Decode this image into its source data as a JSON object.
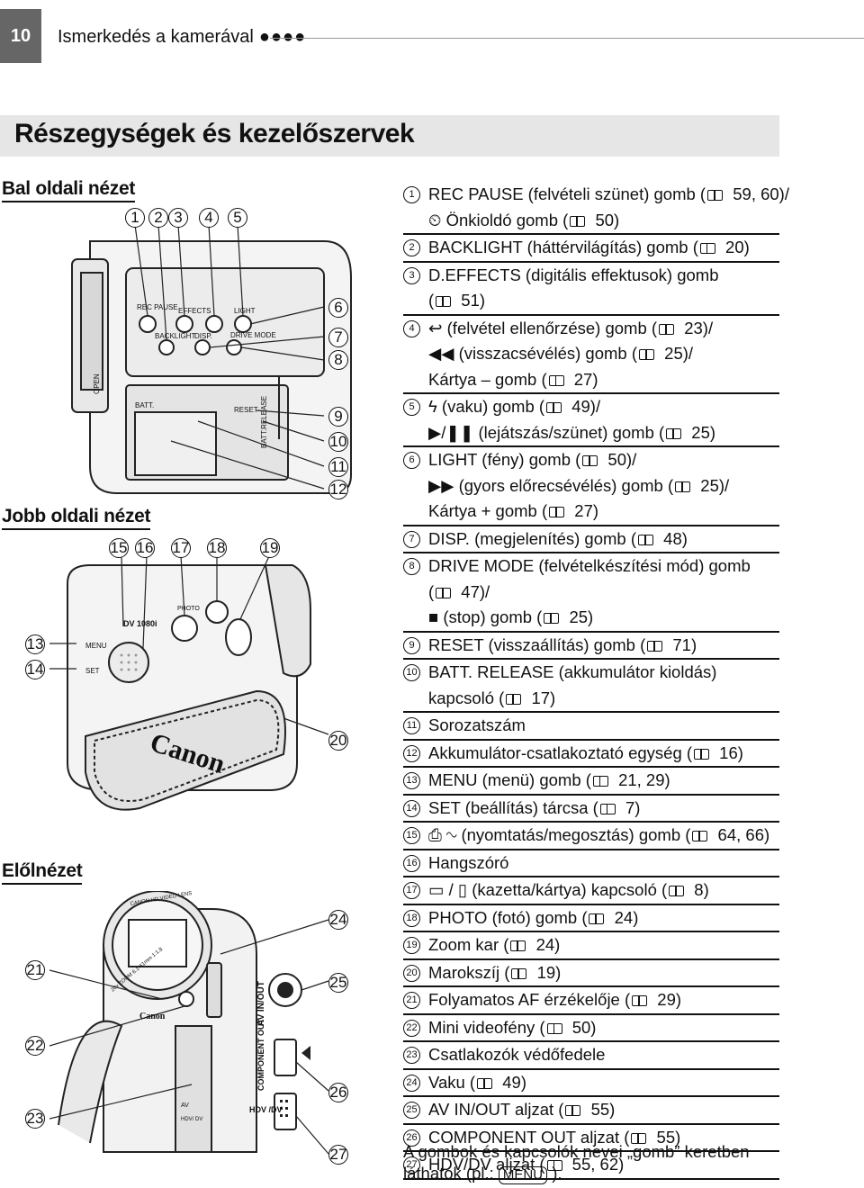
{
  "header": {
    "page_number": "10",
    "chapter": "Ismerkedés a kamerával",
    "chapter_dots": "●●●●"
  },
  "title": "Részegységek és kezelőszervek",
  "sections": {
    "left": "Bal oldali nézet",
    "right": "Jobb oldali nézet",
    "front": "Előlnézet"
  },
  "callouts": {
    "left_top": [
      "1",
      "2",
      "3",
      "4",
      "5"
    ],
    "left_side": [
      "6",
      "7",
      "8",
      "9",
      "10",
      "11",
      "12"
    ],
    "right_top": [
      "15",
      "16",
      "17",
      "18",
      "19"
    ],
    "right_left": [
      "13",
      "14"
    ],
    "right_side": [
      "20"
    ],
    "front_left": [
      "21",
      "22",
      "23"
    ],
    "front_side": [
      "24",
      "25",
      "26",
      "27"
    ]
  },
  "diagram_labels": {
    "rec_pause": "REC PAUSE",
    "effects": "EFFECTS",
    "light": "LIGHT",
    "backlight": "BACKLIGHT",
    "disp": "DISP.",
    "drive_mode": "DRIVE MODE",
    "open": "OPEN",
    "batt": "BATT.",
    "reset": "RESET",
    "batt_release": "BATT.RELEASE",
    "menu": "MENU",
    "set": "SET",
    "photo": "PHOTO",
    "brand_logo": "Canon",
    "model": "DV 1080i",
    "lens_text": "CANON HD VIDEO LENS",
    "zoom_text": "20x ZOOM 6.1-61mm 1:1.8",
    "av_in_out": "AV IN/OUT",
    "component_out": "COMPONENT OUT",
    "hdv_dv": "HDV /DV",
    "av": "AV",
    "hdv_dv_small": "HDV/ DV"
  },
  "items": [
    {
      "n": "1",
      "lines": [
        "REC PAUSE (felvételi szünet) gomb (📖 59, 60)/",
        "⏲ Önkioldó gomb (📖 50)"
      ]
    },
    {
      "n": "2",
      "lines": [
        "BACKLIGHT (háttérvilágítás) gomb (📖 20)"
      ]
    },
    {
      "n": "3",
      "lines": [
        "D.EFFECTS (digitális effektusok) gomb",
        "(📖 51)"
      ]
    },
    {
      "n": "4",
      "lines": [
        "↩ (felvétel ellenőrzése) gomb (📖 23)/",
        "◀◀ (visszacsévélés) gomb (📖 25)/",
        "Kártya – gomb (📖 27)"
      ]
    },
    {
      "n": "5",
      "lines": [
        "ϟ (vaku) gomb (📖 49)/",
        "▶/❚❚ (lejátszás/szünet) gomb (📖 25)"
      ]
    },
    {
      "n": "6",
      "lines": [
        "LIGHT (fény) gomb (📖 50)/",
        "▶▶ (gyors előrecsévélés) gomb (📖 25)/",
        "Kártya + gomb (📖 27)"
      ]
    },
    {
      "n": "7",
      "lines": [
        "DISP. (megjelenítés) gomb (📖 48)"
      ]
    },
    {
      "n": "8",
      "lines": [
        "DRIVE MODE (felvételkészítési mód) gomb",
        "(📖 47)/",
        "■ (stop) gomb (📖 25)"
      ]
    },
    {
      "n": "9",
      "lines": [
        "RESET (visszaállítás) gomb (📖 71)"
      ]
    },
    {
      "n": "10",
      "lines": [
        "BATT. RELEASE (akkumulátor kioldás)",
        "kapcsoló (📖 17)"
      ]
    },
    {
      "n": "11",
      "lines": [
        "Sorozatszám"
      ]
    },
    {
      "n": "12",
      "lines": [
        "Akkumulátor-csatlakoztató egység (📖 16)"
      ]
    },
    {
      "n": "13",
      "lines": [
        "MENU (menü) gomb (📖 21, 29)"
      ]
    },
    {
      "n": "14",
      "lines": [
        "SET (beállítás) tárcsa (📖 7)"
      ]
    },
    {
      "n": "15",
      "lines": [
        "⎙ ∿ (nyomtatás/megosztás) gomb (📖 64, 66)"
      ]
    },
    {
      "n": "16",
      "lines": [
        "Hangszóró"
      ]
    },
    {
      "n": "17",
      "lines": [
        "▭ / ▯ (kazetta/kártya) kapcsoló (📖 8)"
      ]
    },
    {
      "n": "18",
      "lines": [
        "PHOTO (fotó) gomb (📖 24)"
      ]
    },
    {
      "n": "19",
      "lines": [
        "Zoom kar (📖 24)"
      ]
    },
    {
      "n": "20",
      "lines": [
        "Marokszíj (📖 19)"
      ]
    },
    {
      "n": "21",
      "lines": [
        "Folyamatos AF érzékelője (📖 29)"
      ]
    },
    {
      "n": "22",
      "lines": [
        "Mini videofény (📖 50)"
      ]
    },
    {
      "n": "23",
      "lines": [
        "Csatlakozók védőfedele"
      ]
    },
    {
      "n": "24",
      "lines": [
        "Vaku (📖 49)"
      ]
    },
    {
      "n": "25",
      "lines": [
        "AV IN/OUT aljzat (📖 55)"
      ]
    },
    {
      "n": "26",
      "lines": [
        "COMPONENT OUT aljzat (📖 55)"
      ]
    },
    {
      "n": "27",
      "lines": [
        "HDV/DV aljzat (📖 55, 62)"
      ]
    }
  ],
  "footer": {
    "text_before": "A gombok és kapcsolók nevei „gomb” keretben",
    "text_mid": "láthatók (pl.: ",
    "key": "MENU",
    "text_after": " )."
  }
}
